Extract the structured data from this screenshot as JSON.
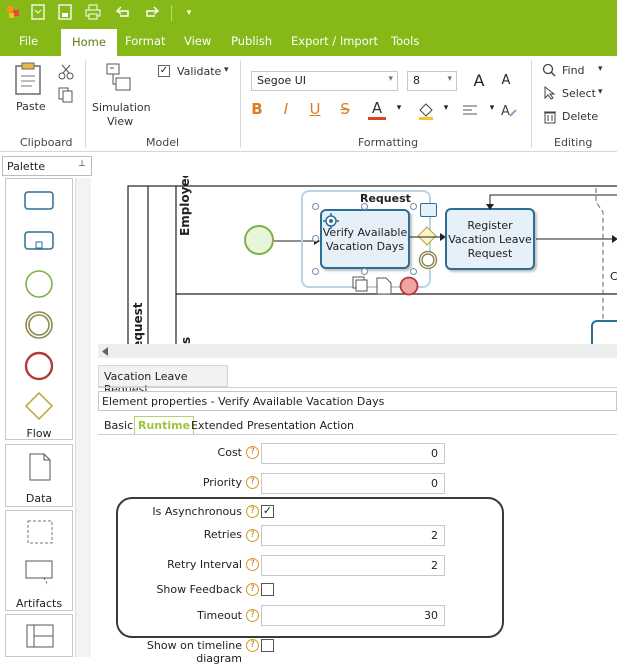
{
  "toolbar": {
    "file_tab": "File",
    "tabs": [
      "Home",
      "Format",
      "View",
      "Publish",
      "Export / Import",
      "Tools"
    ],
    "clipboard": {
      "paste": "Paste",
      "group": "Clipboard"
    },
    "model": {
      "simulation_line1": "Simulation",
      "simulation_line2": "View",
      "validate": "Validate",
      "group": "Model"
    },
    "formatting": {
      "font": "Segoe UI",
      "size": "8",
      "bold": "B",
      "italic": "I",
      "underline": "U",
      "strike": "S",
      "color_a": "A",
      "group": "Formatting"
    },
    "editing": {
      "find": "Find",
      "select": "Select",
      "delete": "Delete",
      "group": "Editing"
    }
  },
  "palette": {
    "header": "Palette",
    "sections": [
      "Flow",
      "Data",
      "Artifacts"
    ]
  },
  "diagram": {
    "lane_employee": "Employee",
    "lane_request": "Request",
    "lane_s": "s",
    "group_label": "Request",
    "task1_line1": "Verify Available",
    "task1_line2": "Vacation Days",
    "task2_line1": "Register",
    "task2_line2": "Vacation Leave",
    "task2_line3": "Request",
    "cut_c": "C"
  },
  "document_tab": "Vacation Leave Request",
  "properties": {
    "title": "Element properties - Verify Available Vacation Days",
    "tabs": [
      "Basic",
      "Runtime",
      "Extended",
      "Presentation Action"
    ],
    "active_tab": "Runtime",
    "rows": {
      "cost": {
        "label": "Cost",
        "value": "0"
      },
      "priority": {
        "label": "Priority",
        "value": "0"
      },
      "is_async": {
        "label": "Is Asynchronous",
        "checked": "✓"
      },
      "retries": {
        "label": "Retries",
        "value": "2"
      },
      "retry_interval": {
        "label": "Retry Interval",
        "value": "2"
      },
      "show_feedback": {
        "label": "Show Feedback",
        "checked": ""
      },
      "timeout": {
        "label": "Timeout",
        "value": "30"
      },
      "show_timeline": {
        "label": "Show on timeline diagram",
        "checked": ""
      }
    }
  },
  "colors": {
    "accent": "#86b817",
    "task_border": "#2d6e94",
    "task_fill": "#e6f0f8",
    "start_event": "#7cb342",
    "end_event": "#c0392b",
    "gateway": "#e8c341"
  }
}
